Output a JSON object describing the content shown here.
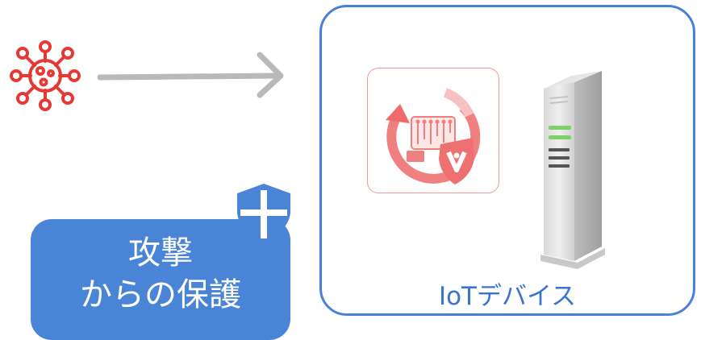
{
  "protection": {
    "line1": "攻撃",
    "line2": "からの保護"
  },
  "device": {
    "label": "IoTデバイス"
  },
  "icons": {
    "threat": "virus-icon",
    "flow": "arrow-right-icon",
    "security_app": "security-update-icon",
    "hardware": "router-icon",
    "protection": "shield-icon"
  },
  "colors": {
    "threat": "#e53935",
    "arrow": "#b9b9b9",
    "device_border": "#4a80d8",
    "device_label": "#3a73d2",
    "protection_fill": "#4a84d6",
    "app_accent": "#ef8080"
  }
}
